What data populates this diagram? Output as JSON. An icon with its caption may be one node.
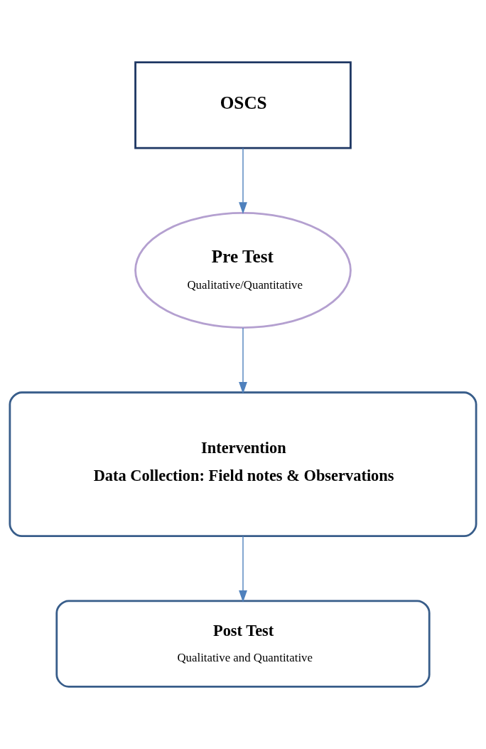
{
  "diagram": {
    "nodes": [
      {
        "text": [
          "OSCS"
        ]
      },
      {
        "text": [
          "Pre Test",
          "Qualitative/Quantitative"
        ]
      },
      {
        "text": [
          "Intervention",
          "Data Collection: Field notes & Observations"
        ]
      },
      {
        "text": [
          "Post Test",
          "Qualitative and Quantitative"
        ]
      }
    ],
    "edges": [
      {
        "from": 0,
        "to": 1,
        "arrow": "to"
      },
      {
        "from": 1,
        "to": 2,
        "arrow": "to"
      },
      {
        "from": 2,
        "to": 3,
        "arrow": "to"
      }
    ]
  }
}
